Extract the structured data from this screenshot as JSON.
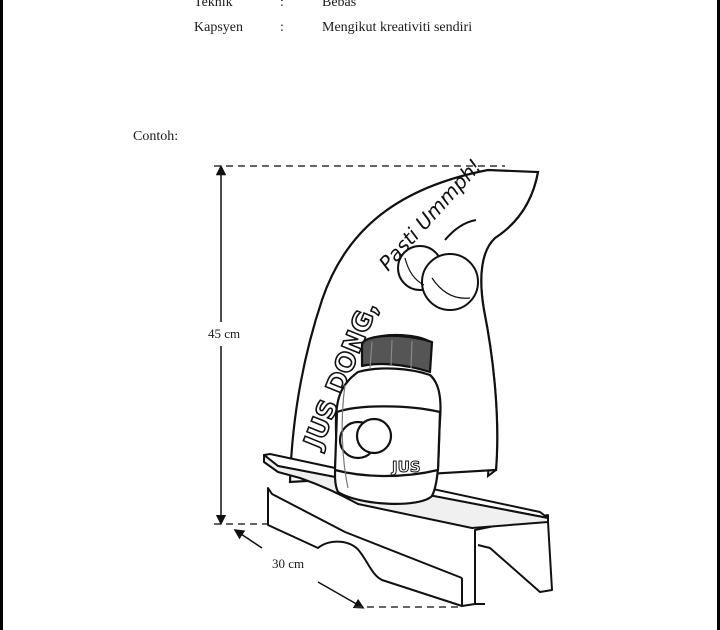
{
  "specs": [
    {
      "label": "Teknik",
      "sep": ":",
      "value": "Bebas"
    },
    {
      "label": "Kapsyen",
      "sep": ":",
      "value": "Mengikut kreativiti sendiri"
    }
  ],
  "example_label": "Contoh:",
  "figure": {
    "height_dimension": "45 cm",
    "width_dimension": "30 cm",
    "stand_slogan": "Pasti Ummph!",
    "stand_brand": "JUS DONG,",
    "jar_label": "JUS"
  }
}
